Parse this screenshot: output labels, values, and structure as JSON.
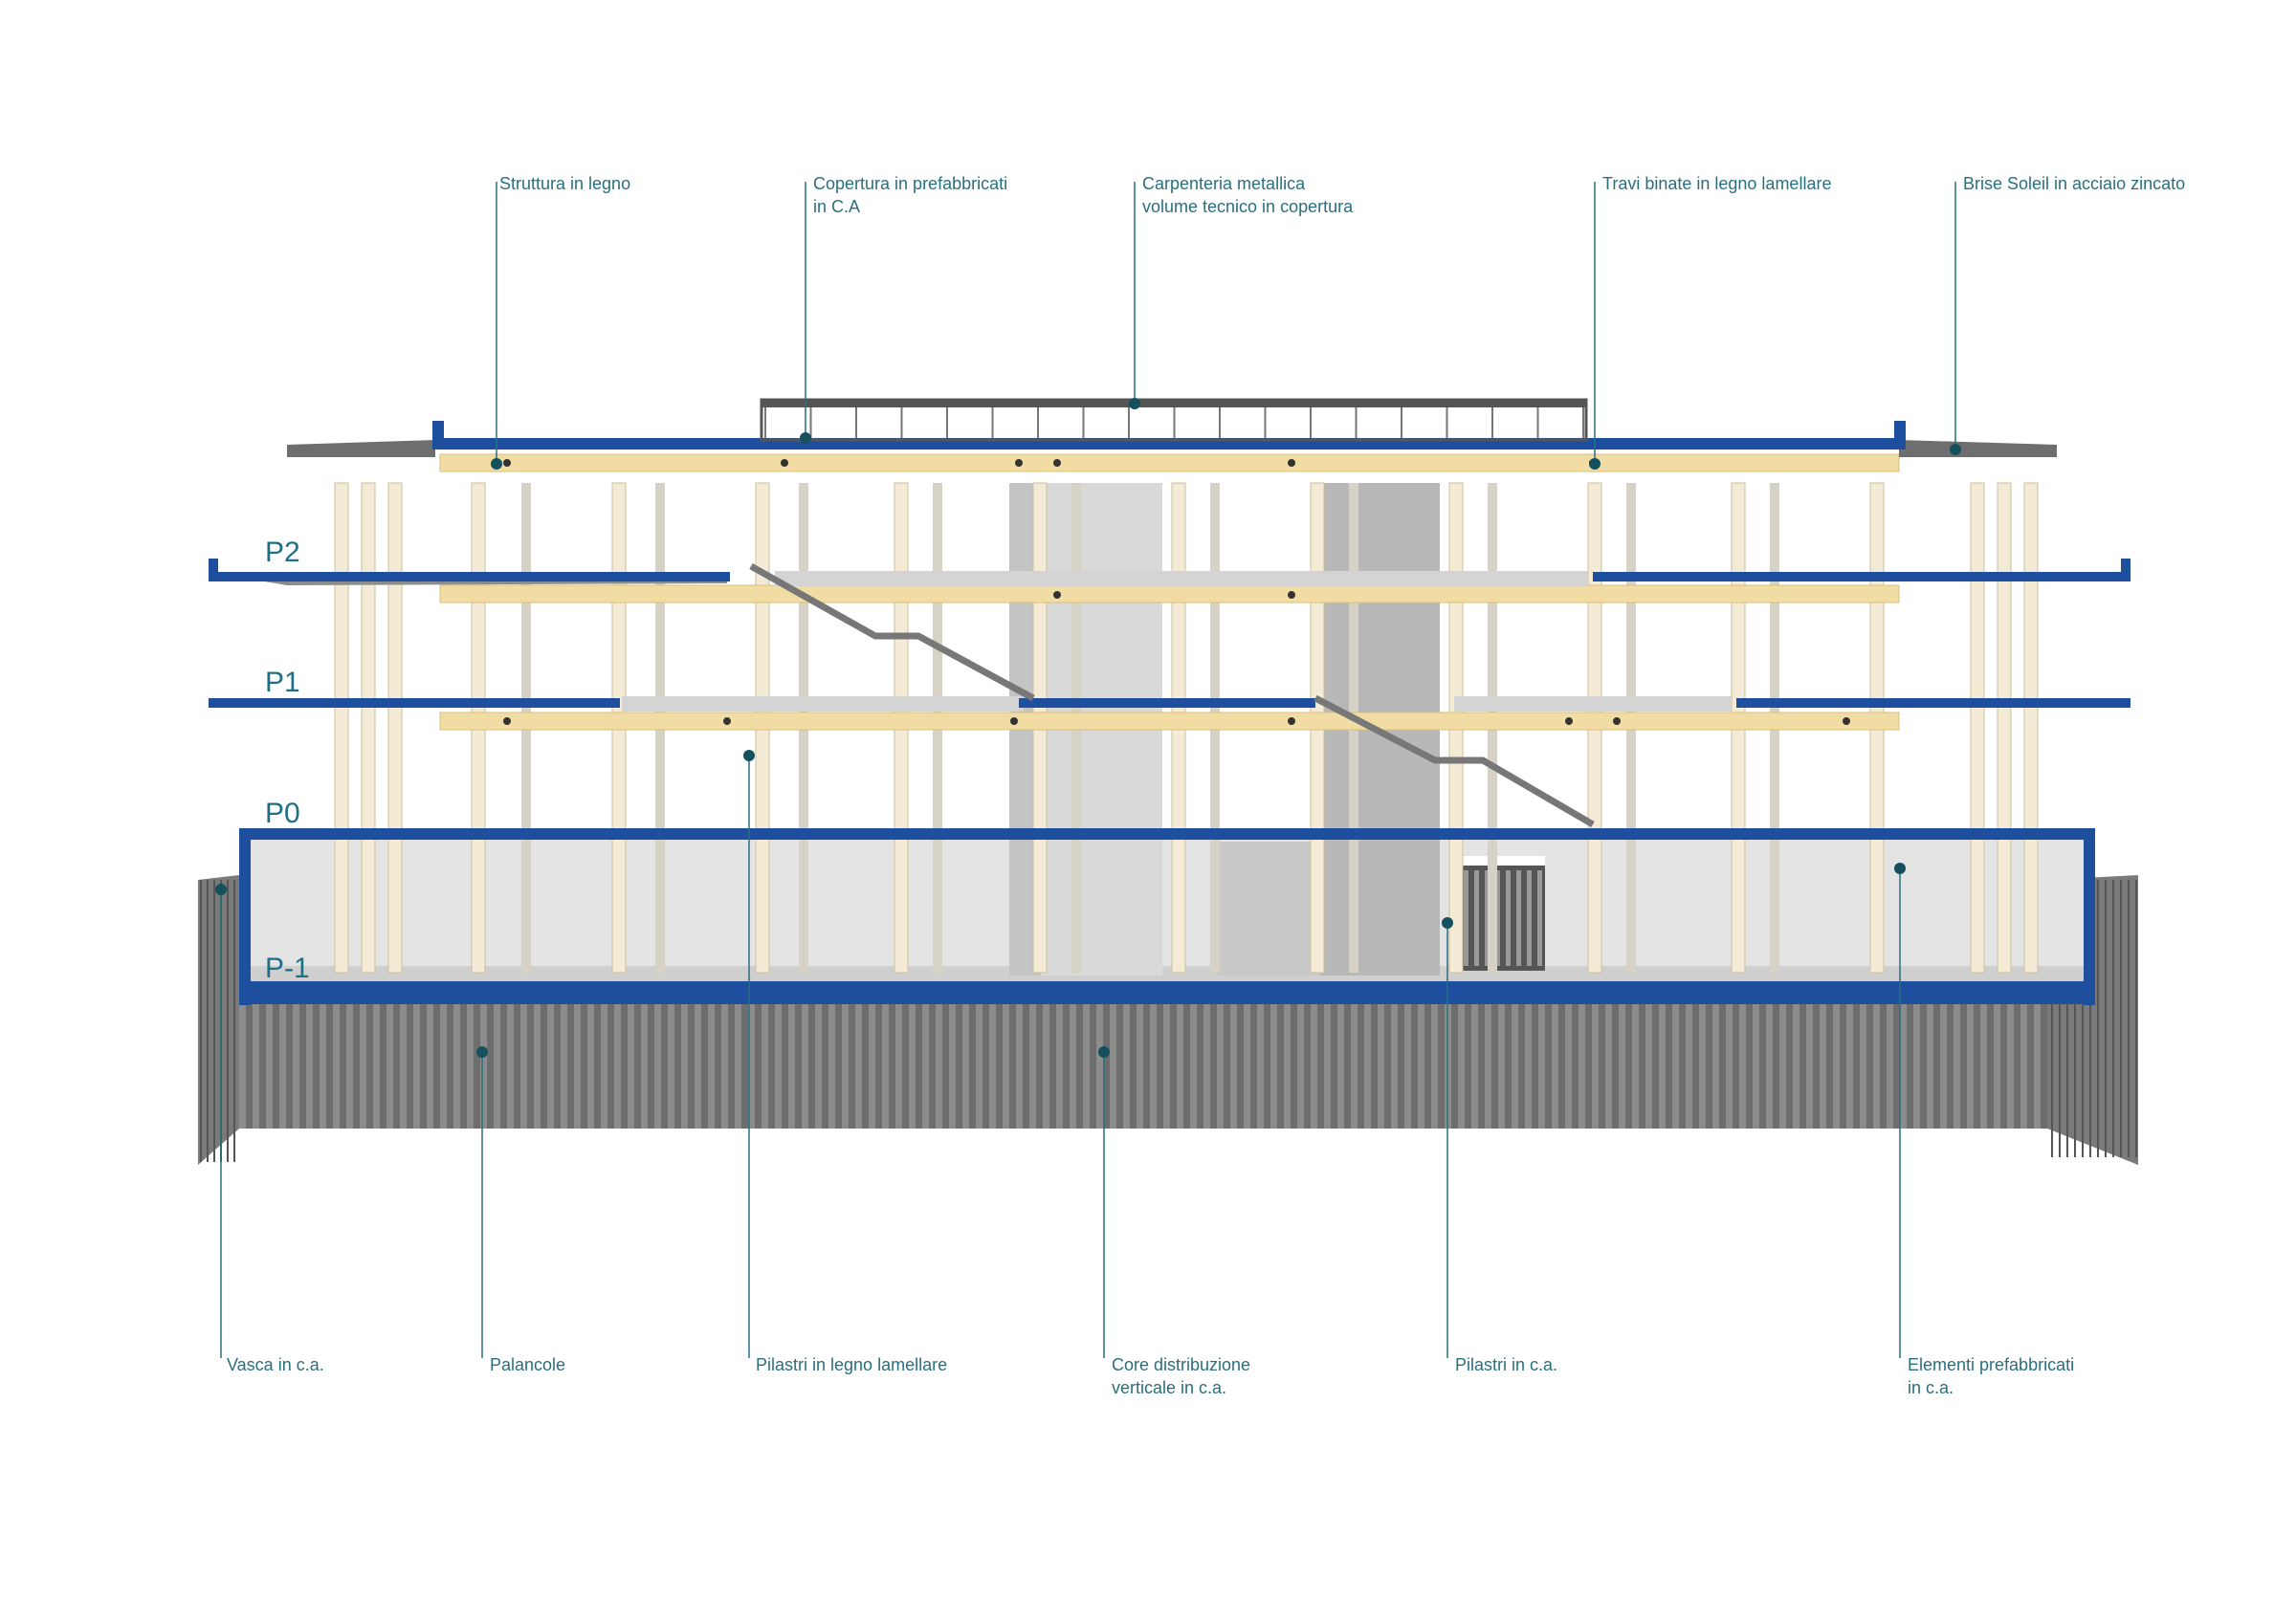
{
  "colors": {
    "slab": "#1d4f9e",
    "slab_dark": "#123a7a",
    "wood": "#f1dca3",
    "wood_dark": "#d8bf7c",
    "column": "#f4ebd6",
    "concrete": "#d9d9d9",
    "concrete_dark": "#a9a9a9",
    "sheet_pile": "#6d6d6d",
    "leader": "#2a6f7e",
    "label": "#2a6f7e"
  },
  "floor_labels": {
    "p2": "P2",
    "p1": "P1",
    "p0": "P0",
    "pm1": "P-1"
  },
  "callouts_top": {
    "struttura_legno": "Struttura in legno",
    "copertura_prefabbricati": "Copertura in prefabbricati\nin C.A",
    "carpenteria_metallica": "Carpenteria metallica\nvolume tecnico in copertura",
    "travi_binate": "Travi binate in legno lamellare",
    "brise_soleil": "Brise Soleil in acciaio zincato"
  },
  "callouts_bottom": {
    "vasca": "Vasca in c.a.",
    "palancole": "Palancole",
    "pilastri_legno": "Pilastri in legno lamellare",
    "core_distribuzione": "Core distribuzione\nverticale in c.a.",
    "pilastri_ca": "Pilastri in c.a.",
    "elementi_prefabbricati": "Elementi prefabbricati\nin c.a."
  }
}
